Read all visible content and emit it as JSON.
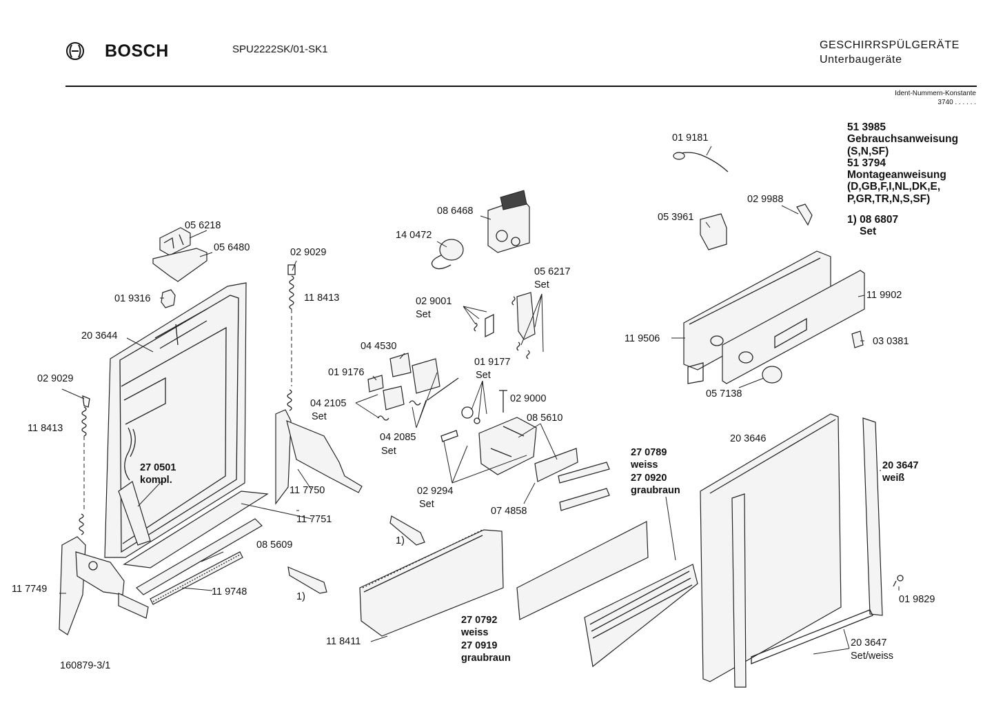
{
  "header": {
    "brand": "BOSCH",
    "model": "SPU2222SK/01-SK1",
    "category": "GESCHIRRSPÜLGERÄTE",
    "subcategory": "Unterbaugeräte",
    "ident_label": "Ident-Nummern-Konstante",
    "ident_value": "3740  . .   . . . ."
  },
  "notes": {
    "line1": "51 3985",
    "line2": "Gebrauchsanweisung",
    "line3": "(S,N,SF)",
    "line4": "51 3794",
    "line5": "Montageanweisung",
    "line6": "(D,GB,F,I,NL,DK,E,",
    "line7": "P,GR,TR,N,S,SF)",
    "line8": "1) 08 6807",
    "line9": "Set"
  },
  "footer": {
    "drawing_no": "160879-3/1"
  },
  "labels": {
    "p019181": "01 9181",
    "p029988": "02 9988",
    "p053961": "05 3961",
    "p086468": "08 6468",
    "p140472": "14 0472",
    "p056218": "05 6218",
    "p056480": "05 6480",
    "p029029a": "02 9029",
    "p118413a": "11 8413",
    "p019316": "01 9316",
    "p203644": "20 3644",
    "p029029b": "02 9029",
    "p118413b": "11 8413",
    "p270501": "27 0501",
    "p270501b": "kompl.",
    "p056217": "05 6217",
    "p056217b": "Set",
    "p029001": "02 9001",
    "p029001b": "Set",
    "p044530": "04 4530",
    "p019176": "01 9176",
    "p019177": "01 9177",
    "p019177b": "Set",
    "p042105": "04 2105",
    "p042105b": "Set",
    "p029000": "02 9000",
    "p085610": "08 5610",
    "p042085": "04 2085",
    "p042085b": "Set",
    "p119902": "11 9902",
    "p119506": "11 9506",
    "p030381": "03 0381",
    "p057138": "05 7138",
    "p203646": "20 3646",
    "p270789": "27 0789",
    "p270789b": "weiss",
    "p270920": "27 0920",
    "p270920b": "graubraun",
    "p203647a": "20 3647",
    "p203647ab": "weiß",
    "p117750": "11 7750",
    "p117751": "11 7751",
    "p029294": "02 9294",
    "p029294b": "Set",
    "p074858": "07 4858",
    "p085609": "08 5609",
    "p117749": "11 7749",
    "p119748": "11 9748",
    "p1a": "1)",
    "p1b": "1)",
    "p118411": "11 8411",
    "p270792": "27 0792",
    "p270792b": "weiss",
    "p270919": "27 0919",
    "p270919b": "graubraun",
    "p019829": "01 9829",
    "p203647b": "20 3647",
    "p203647bb": "Set/weiss"
  }
}
